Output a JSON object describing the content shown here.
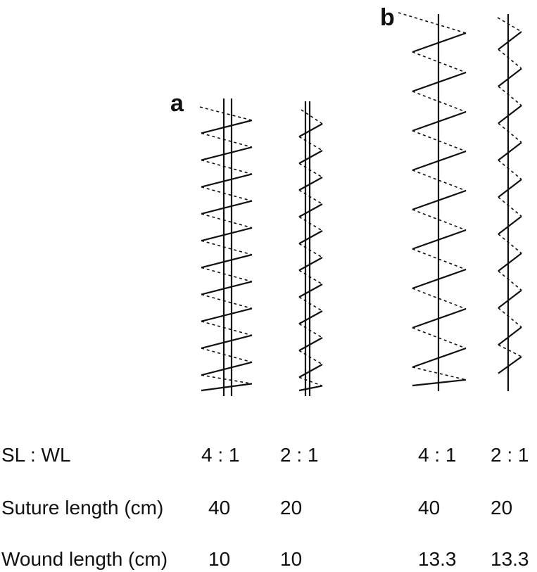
{
  "panels": [
    {
      "letter": "a"
    },
    {
      "letter": "b"
    }
  ],
  "table": {
    "rows": [
      {
        "label": "SL : WL",
        "values": [
          "4 : 1",
          "2 : 1",
          "4 : 1",
          "2 : 1"
        ]
      },
      {
        "label": "Suture length (cm)",
        "values": [
          "40",
          "20",
          "40",
          "20"
        ]
      },
      {
        "label": "Wound length (cm)",
        "values": [
          "10",
          "10",
          "13.3",
          "13.3"
        ]
      }
    ]
  },
  "diagrams": [
    {
      "panel": "a",
      "ratio": "4 : 1",
      "double_wound_line": true,
      "stitches": 10
    },
    {
      "panel": "a",
      "ratio": "2 : 1",
      "double_wound_line": true,
      "stitches": 10
    },
    {
      "panel": "b",
      "ratio": "4 : 1",
      "double_wound_line": false,
      "stitches": 9
    },
    {
      "panel": "b",
      "ratio": "2 : 1",
      "double_wound_line": false,
      "stitches": 9
    }
  ],
  "colors": {
    "ink": "#111111",
    "background": "#ffffff"
  }
}
